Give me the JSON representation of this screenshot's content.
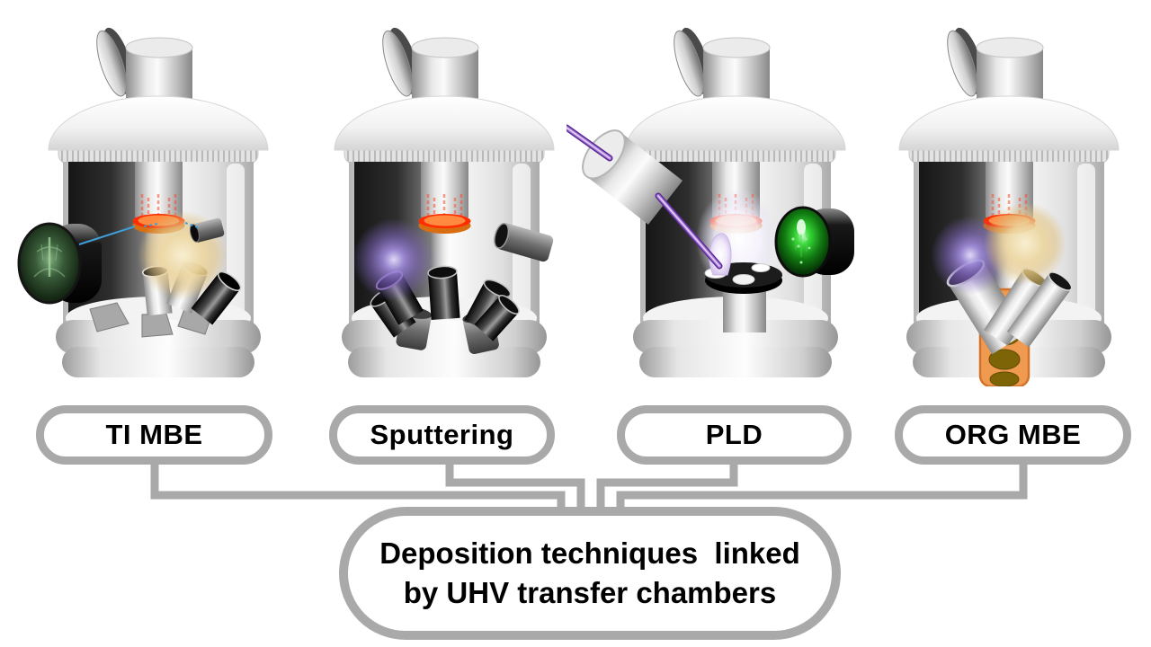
{
  "diagram": {
    "background_color": "#ffffff",
    "connector_color": "#a9a9a9",
    "label_text_color": "#000000",
    "chambers": [
      {
        "id": "ti-mbe",
        "label": "TI MBE",
        "parts": [
          "vacuum-chamber",
          "flange-disk",
          "manipulator-rod",
          "chamber-lid",
          "substrate-heater",
          "rheed-screen",
          "electron-gun-port",
          "electron-beam",
          "evaporant-glow",
          "effusion-cells",
          "floor-slots"
        ]
      },
      {
        "id": "sputtering",
        "label": "Sputtering",
        "parts": [
          "vacuum-chamber",
          "flange-disk",
          "manipulator-rod",
          "chamber-lid",
          "substrate-heater",
          "plasma-glow",
          "sputter-guns",
          "side-port"
        ]
      },
      {
        "id": "pld",
        "label": "PLD",
        "parts": [
          "vacuum-chamber",
          "flange-disk",
          "manipulator-rod",
          "chamber-lid",
          "substrate-heater",
          "laser-window-port",
          "laser-beam",
          "ablation-plume",
          "target-carousel",
          "rheed-screen"
        ]
      },
      {
        "id": "org-mbe",
        "label": "ORG MBE",
        "parts": [
          "vacuum-chamber",
          "flange-disk",
          "manipulator-rod",
          "chamber-lid",
          "substrate-heater",
          "plasma-glow",
          "evaporant-glow",
          "effusion-cells",
          "organic-source-tray"
        ]
      }
    ],
    "summary_box": {
      "text": "Deposition techniques  linked\nby UHV transfer chambers"
    },
    "colors": {
      "substrate_glow": "#ff2d00",
      "substrate_side": "#d96d12",
      "plasma_purple": "#8a6cc4",
      "evaporant_tan": "#e8cf9a",
      "rheed_green": "#2fbf2f",
      "laser_violet": "#7a3fb5",
      "electron_beam_blue": "#3f9fd8",
      "organic_tray_orange": "#f09a50",
      "metal_light": "#e8e8e8",
      "chamber_interior": "#222222"
    }
  }
}
